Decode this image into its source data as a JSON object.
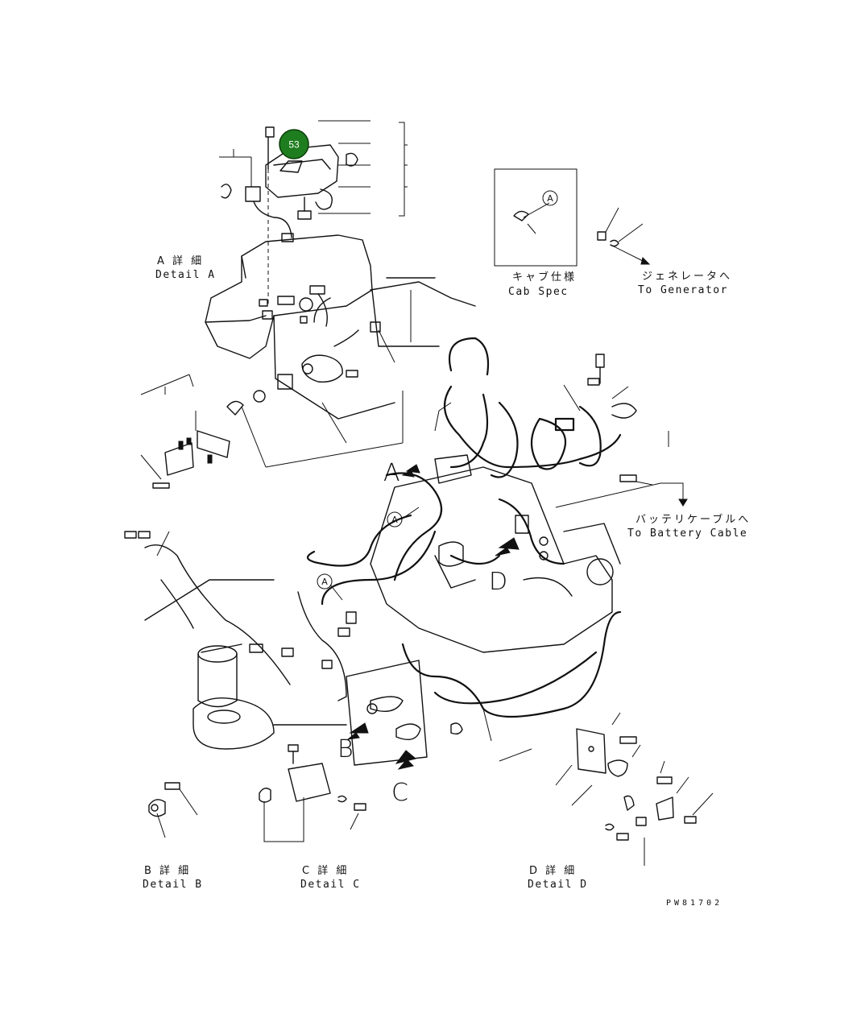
{
  "callouts": [
    {
      "label": "53",
      "color": "#1e7d1e"
    }
  ],
  "detail_views": [
    {
      "id": "A",
      "jp": "A 詳 細",
      "en": "Detail A"
    },
    {
      "id": "B",
      "jp": "B 詳 細",
      "en": "Detail B"
    },
    {
      "id": "C",
      "jp": "C 詳 細",
      "en": "Detail C"
    },
    {
      "id": "D",
      "jp": "D 詳 細",
      "en": "Detail D"
    }
  ],
  "cab_spec": {
    "jp": "キャブ仕様",
    "en": "Cab Spec",
    "marker": "A"
  },
  "to_generator": {
    "jp": "ジェネレータへ",
    "en": "To Generator"
  },
  "to_battery": {
    "jp": "バッテリケーブルへ",
    "en": "To Battery Cable"
  },
  "view_letters": [
    "A",
    "B",
    "C",
    "D"
  ],
  "circle_markers": [
    "A",
    "A"
  ],
  "drawing_code": "PW81702"
}
